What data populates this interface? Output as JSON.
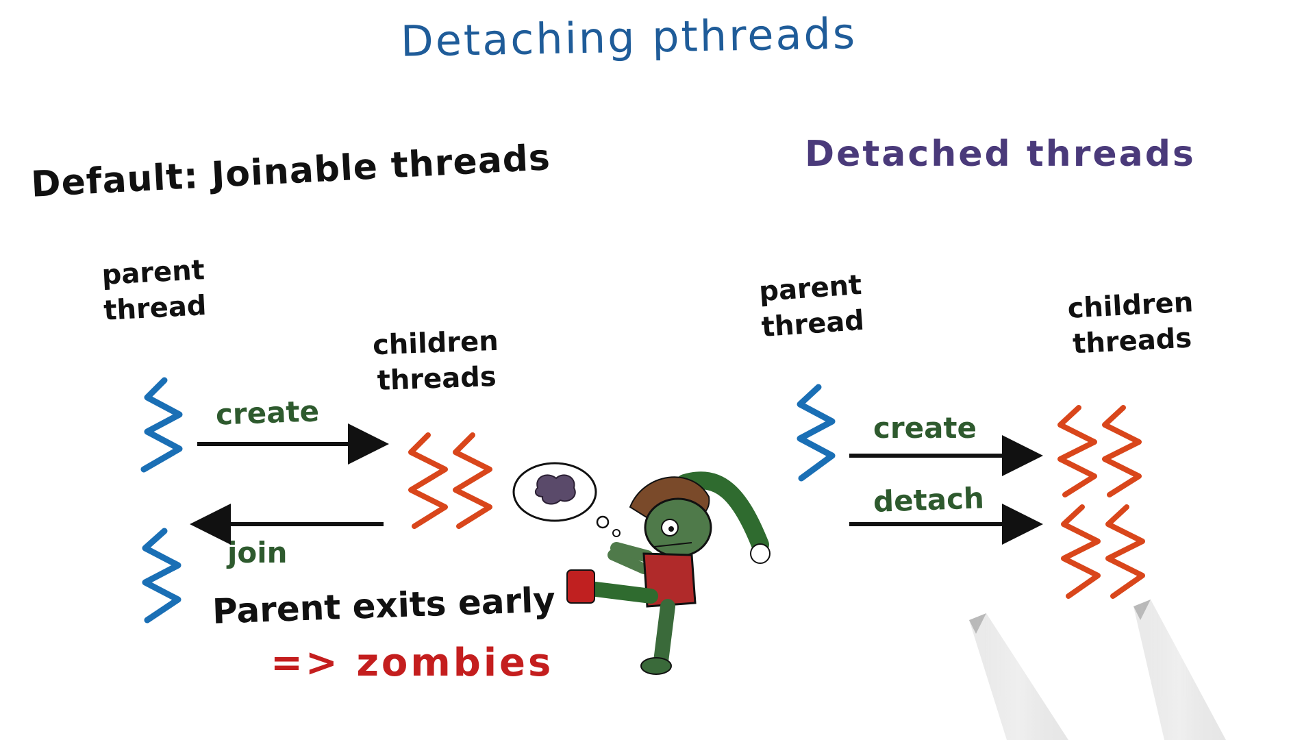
{
  "title": "Detaching pthreads",
  "left": {
    "heading": "Default: Joinable threads",
    "parent_label_1": "parent",
    "parent_label_2": "thread",
    "children_label_1": "children",
    "children_label_2": "threads",
    "create_label": "create",
    "join_label": "join",
    "exit_note": "Parent exits early",
    "zombies_note": "=> zombies"
  },
  "right": {
    "heading": "Detached threads",
    "parent_label_1": "parent",
    "parent_label_2": "thread",
    "children_label_1": "children",
    "children_label_2": "threads",
    "create_label": "create",
    "detach_label": "detach"
  },
  "colors": {
    "parent_thread": "#1a6fb5",
    "child_thread": "#d9461b",
    "arrow": "#111111",
    "verb": "#2e5a2e",
    "zombie_text": "#c41e1e",
    "title": "#1f5c99",
    "right_heading": "#4a3a7a"
  },
  "icons": {
    "zombie": "zombie-elf-illustration",
    "thought": "brain-thought-bubble",
    "pens": "marker-pen-tips"
  }
}
